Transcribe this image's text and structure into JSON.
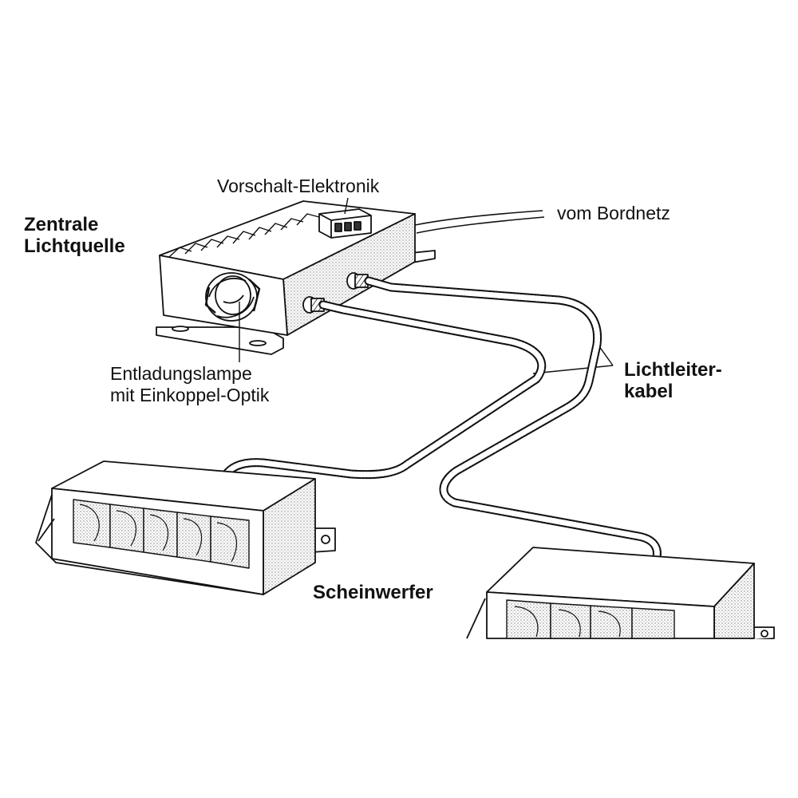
{
  "labels": {
    "central_title_line1": "Zentrale",
    "central_title_line2": "Lichtquelle",
    "ballast": "Vorschalt-Elektronik",
    "power_source": "vom Bordnetz",
    "lamp_line1": "Entladungslampe",
    "lamp_line2": "mit Einkoppel-Optik",
    "cable_line1": "Lichtleiter-",
    "cable_line2": "kabel",
    "headlamp": "Scheinwerfer"
  },
  "colors": {
    "ink": "#111111",
    "paper": "#ffffff",
    "shade": "#d9d9d9"
  }
}
